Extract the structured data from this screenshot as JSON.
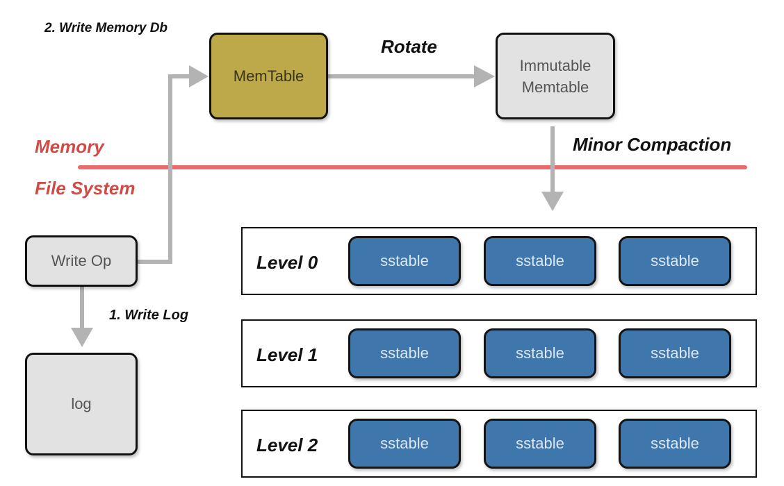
{
  "labels": {
    "write_memory_db": "2. Write Memory Db",
    "rotate": "Rotate",
    "memory": "Memory",
    "minor_compaction": "Minor Compaction",
    "file_system": "File System",
    "write_log": "1. Write Log"
  },
  "nodes": {
    "memtable": "MemTable",
    "immutable_line1": "Immutable",
    "immutable_line2": "Memtable",
    "write_op": "Write Op",
    "log": "log"
  },
  "levels": [
    {
      "label": "Level 0",
      "tables": [
        "sstable",
        "sstable",
        "sstable"
      ]
    },
    {
      "label": "Level 1",
      "tables": [
        "sstable",
        "sstable",
        "sstable"
      ]
    },
    {
      "label": "Level 2",
      "tables": [
        "sstable",
        "sstable",
        "sstable"
      ]
    }
  ],
  "colors": {
    "memtable_fill": "#bda84a",
    "immutable_fill": "#e2e2e2",
    "writeop_fill": "#e2e2e2",
    "log_fill": "#e2e2e2",
    "sstable_fill": "#3f77ad",
    "divider": "#e85c5c",
    "arrow": "#b3b3b3",
    "section_label": "#d24a46"
  }
}
